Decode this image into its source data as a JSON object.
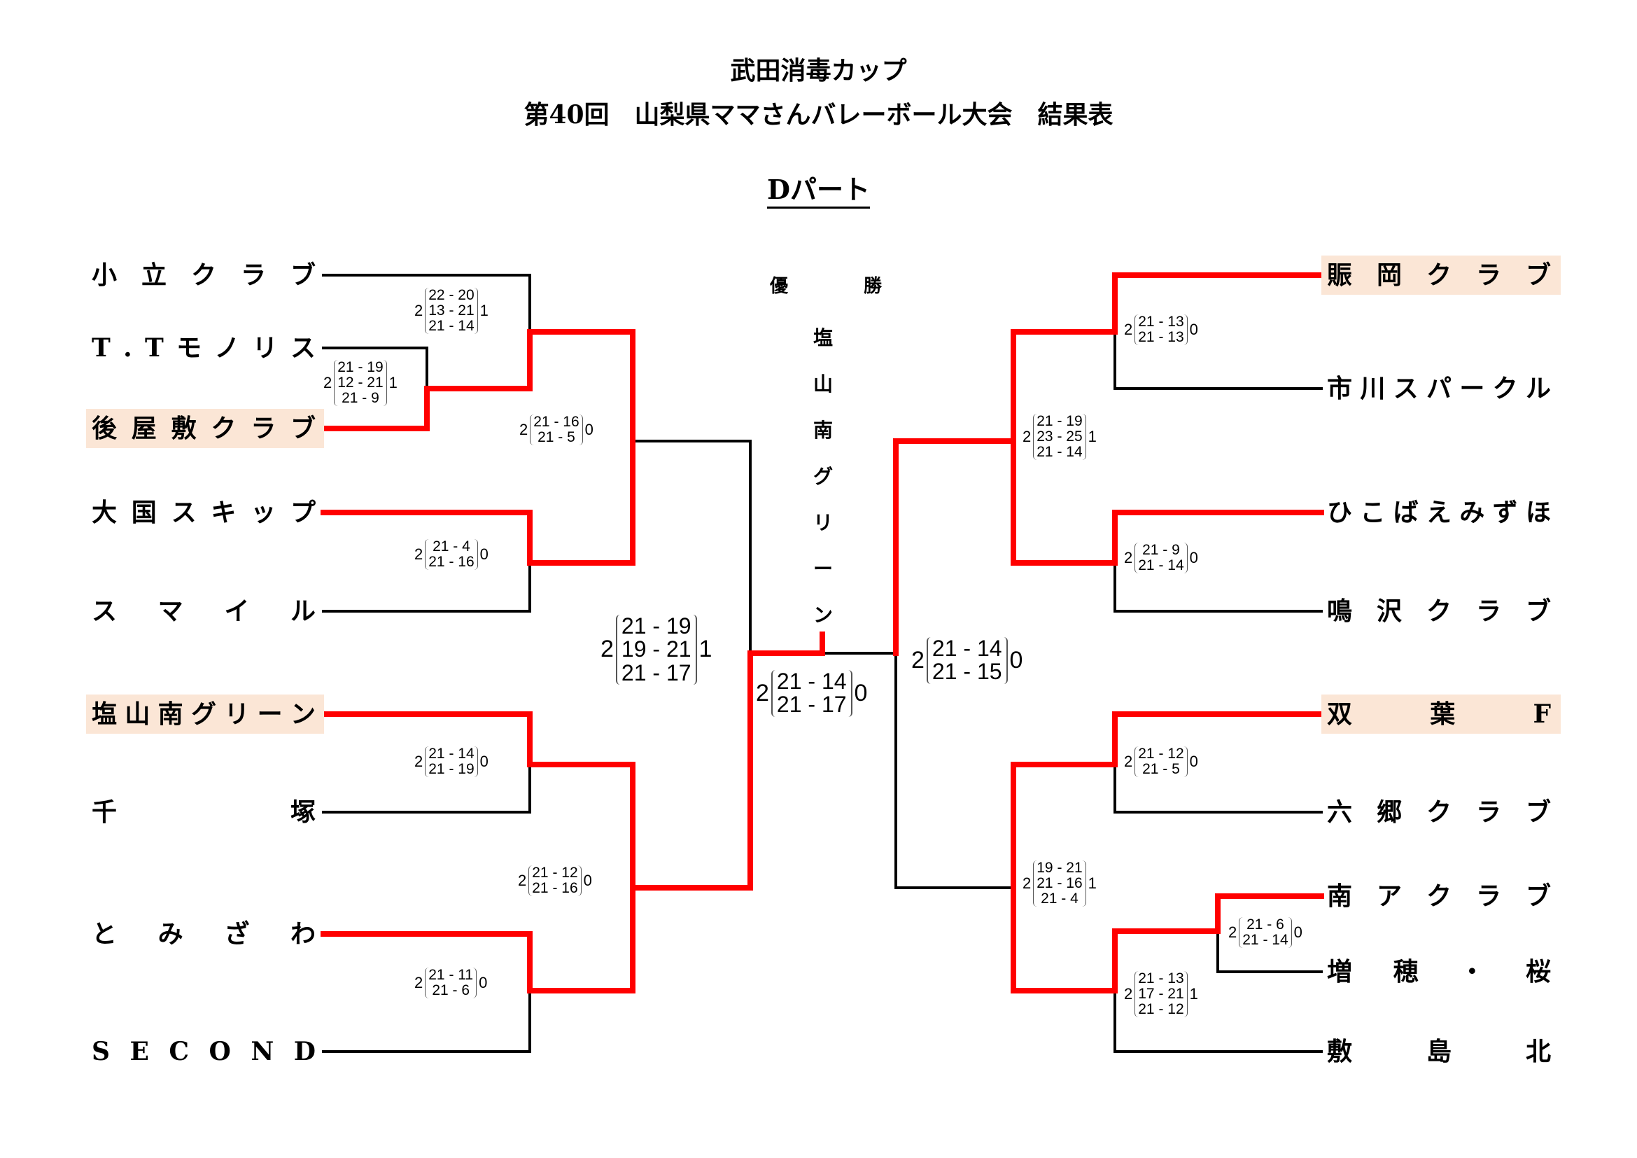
{
  "header": {
    "cup_name": "武田消毒カップ",
    "tournament_title": "第40回　山梨県ママさんバレーボール大会　結果表",
    "part_label": "Dパート"
  },
  "champion": {
    "label": [
      "優",
      "勝"
    ],
    "name": "塩山南グリーン",
    "name_chars": [
      "塩",
      "山",
      "南",
      "グ",
      "リ",
      "ー",
      "ン"
    ]
  },
  "colors": {
    "winner_line": "#ff0000",
    "loser_line": "#000000",
    "highlight_bg": "#fbe6d6"
  },
  "left_teams": [
    {
      "name": "小立クラブ",
      "chars": [
        "小",
        "立",
        "ク",
        "ラ",
        "ブ"
      ],
      "highlight": false
    },
    {
      "name": "T.Tモノリス",
      "chars": [
        "T",
        ".",
        "T",
        "モ",
        "ノ",
        "リ",
        "ス"
      ],
      "highlight": false
    },
    {
      "name": "後屋敷クラブ",
      "chars": [
        "後",
        "屋",
        "敷",
        "ク",
        "ラ",
        "ブ"
      ],
      "highlight": true
    },
    {
      "name": "大国スキップ",
      "chars": [
        "大",
        "国",
        "ス",
        "キ",
        "ッ",
        "プ"
      ],
      "highlight": false
    },
    {
      "name": "スマイル",
      "chars": [
        "ス",
        "マ",
        "イ",
        "ル"
      ],
      "highlight": false
    },
    {
      "name": "塩山南グリーン",
      "chars": [
        "塩",
        "山",
        "南",
        "グ",
        "リ",
        "ー",
        "ン"
      ],
      "highlight": true
    },
    {
      "name": "千塚",
      "chars": [
        "千",
        "塚"
      ],
      "highlight": false
    },
    {
      "name": "とみざわ",
      "chars": [
        "と",
        "み",
        "ざ",
        "わ"
      ],
      "highlight": false
    },
    {
      "name": "SECOND",
      "chars": [
        "S",
        "E",
        "C",
        "O",
        "N",
        "D"
      ],
      "highlight": false
    }
  ],
  "right_teams": [
    {
      "name": "賑岡クラブ",
      "chars": [
        "賑",
        "岡",
        "ク",
        "ラ",
        "ブ"
      ],
      "highlight": true
    },
    {
      "name": "市川スパークル",
      "chars": [
        "市",
        "川",
        "ス",
        "パ",
        "ー",
        "ク",
        "ル"
      ],
      "highlight": false
    },
    {
      "name": "ひこばえみずほ",
      "chars": [
        "ひ",
        "こ",
        "ば",
        "え",
        "み",
        "ず",
        "ほ"
      ],
      "highlight": false
    },
    {
      "name": "鳴沢クラブ",
      "chars": [
        "鳴",
        "沢",
        "ク",
        "ラ",
        "ブ"
      ],
      "highlight": false
    },
    {
      "name": "双葉F",
      "chars": [
        "双",
        "葉",
        "F"
      ],
      "highlight": true
    },
    {
      "name": "六郷クラブ",
      "chars": [
        "六",
        "郷",
        "ク",
        "ラ",
        "ブ"
      ],
      "highlight": false
    },
    {
      "name": "南アクラブ",
      "chars": [
        "南",
        "ア",
        "ク",
        "ラ",
        "ブ"
      ],
      "highlight": false
    },
    {
      "name": "増穂・桜",
      "chars": [
        "増",
        "穂",
        "・",
        "桜"
      ],
      "highlight": false
    },
    {
      "name": "敷島北",
      "chars": [
        "敷",
        "島",
        "北"
      ],
      "highlight": false
    }
  ],
  "matches": [
    {
      "id": "L1",
      "teams": [
        "T.Tモノリス",
        "後屋敷クラブ"
      ],
      "winner": "後屋敷クラブ",
      "sets_won": 2,
      "sets_lost": 1,
      "sets": [
        "21 - 19",
        "12 - 21",
        "21 - 9"
      ]
    },
    {
      "id": "L2",
      "teams": [
        "小立クラブ",
        "後屋敷クラブ"
      ],
      "winner": "後屋敷クラブ",
      "sets_won": 2,
      "sets_lost": 1,
      "sets": [
        "22 - 20",
        "13 - 21",
        "21 - 14"
      ]
    },
    {
      "id": "L3",
      "teams": [
        "大国スキップ",
        "スマイル"
      ],
      "winner": "大国スキップ",
      "sets_won": 2,
      "sets_lost": 0,
      "sets": [
        "21 - 4",
        "21 - 16"
      ]
    },
    {
      "id": "L4",
      "teams": [
        "後屋敷クラブ",
        "大国スキップ"
      ],
      "winner": "後屋敷クラブ",
      "sets_won": 2,
      "sets_lost": 0,
      "sets": [
        "21 - 16",
        "21 - 5"
      ]
    },
    {
      "id": "L5",
      "teams": [
        "塩山南グリーン",
        "千塚"
      ],
      "winner": "塩山南グリーン",
      "sets_won": 2,
      "sets_lost": 0,
      "sets": [
        "21 - 14",
        "21 - 19"
      ]
    },
    {
      "id": "L6",
      "teams": [
        "とみざわ",
        "SECOND"
      ],
      "winner": "とみざわ",
      "sets_won": 2,
      "sets_lost": 0,
      "sets": [
        "21 - 11",
        "21 - 6"
      ]
    },
    {
      "id": "L7",
      "teams": [
        "塩山南グリーン",
        "とみざわ"
      ],
      "winner": "塩山南グリーン",
      "sets_won": 2,
      "sets_lost": 0,
      "sets": [
        "21 - 12",
        "21 - 16"
      ]
    },
    {
      "id": "LSF",
      "teams": [
        "後屋敷クラブ",
        "塩山南グリーン"
      ],
      "winner": "塩山南グリーン",
      "sets_won": 2,
      "sets_lost": 1,
      "sets": [
        "21 - 19",
        "19 - 21",
        "21 - 17"
      ]
    },
    {
      "id": "R1",
      "teams": [
        "賑岡クラブ",
        "市川スパークル"
      ],
      "winner": "賑岡クラブ",
      "sets_won": 2,
      "sets_lost": 0,
      "sets": [
        "21 - 13",
        "21 - 13"
      ]
    },
    {
      "id": "R2",
      "teams": [
        "ひこばえみずほ",
        "鳴沢クラブ"
      ],
      "winner": "ひこばえみずほ",
      "sets_won": 2,
      "sets_lost": 0,
      "sets": [
        "21 - 9",
        "21 - 14"
      ]
    },
    {
      "id": "R3",
      "teams": [
        "賑岡クラブ",
        "ひこばえみずほ"
      ],
      "winner": "賑岡クラブ",
      "sets_won": 2,
      "sets_lost": 1,
      "sets": [
        "21 - 19",
        "23 - 25",
        "21 - 14"
      ]
    },
    {
      "id": "R4",
      "teams": [
        "双葉F",
        "六郷クラブ"
      ],
      "winner": "双葉F",
      "sets_won": 2,
      "sets_lost": 0,
      "sets": [
        "21 - 12",
        "21 - 5"
      ]
    },
    {
      "id": "R5",
      "teams": [
        "南アクラブ",
        "増穂・桜"
      ],
      "winner": "南アクラブ",
      "sets_won": 2,
      "sets_lost": 0,
      "sets": [
        "21 - 6",
        "21 - 14"
      ]
    },
    {
      "id": "R6",
      "teams": [
        "南アクラブ",
        "敷島北"
      ],
      "winner": "南アクラブ",
      "sets_won": 2,
      "sets_lost": 1,
      "sets": [
        "21 - 13",
        "17 - 21",
        "21 - 12"
      ]
    },
    {
      "id": "R7",
      "teams": [
        "双葉F",
        "南アクラブ"
      ],
      "winner": "双葉F",
      "sets_won": 2,
      "sets_lost": 1,
      "sets": [
        "19 - 21",
        "21 - 16",
        "21 - 4"
      ]
    },
    {
      "id": "RSF",
      "teams": [
        "賑岡クラブ",
        "双葉F"
      ],
      "winner": "賑岡クラブ",
      "sets_won": 2,
      "sets_lost": 0,
      "sets": [
        "21 - 14",
        "21 - 15"
      ]
    },
    {
      "id": "F",
      "teams": [
        "塩山南グリーン",
        "賑岡クラブ"
      ],
      "winner": "塩山南グリーン",
      "sets_won": 2,
      "sets_lost": 0,
      "sets": [
        "21 - 14",
        "21 - 17"
      ]
    }
  ]
}
